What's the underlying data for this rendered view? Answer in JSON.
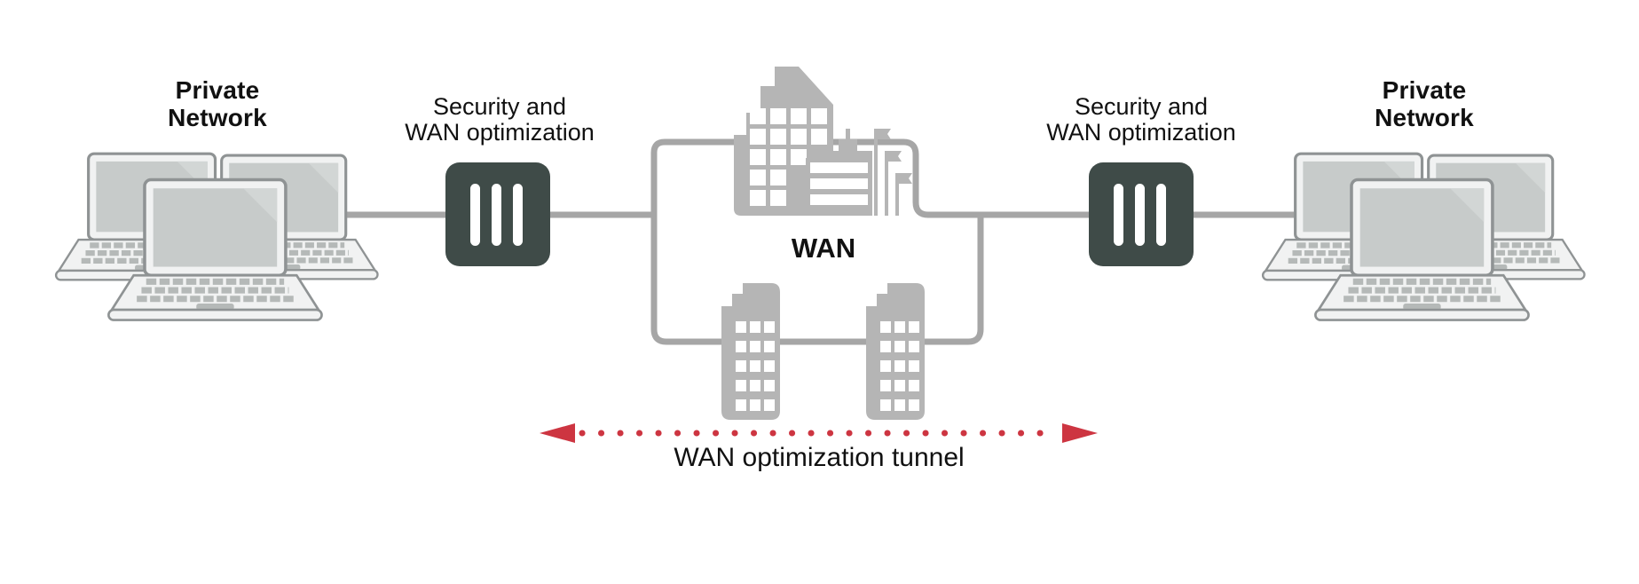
{
  "diagram_type": "network-architecture",
  "labels": {
    "private_left": {
      "line1": "Private",
      "line2": "Network"
    },
    "security_left": {
      "line1": "Security and",
      "line2": "WAN optimization"
    },
    "wan": "WAN",
    "security_right": {
      "line1": "Security and",
      "line2": "WAN optimization"
    },
    "private_right": {
      "line1": "Private",
      "line2": "Network"
    },
    "tunnel": "WAN optimization tunnel"
  },
  "icons": {
    "laptops": "laptop-icon",
    "appliances": "security-wan-appliance-icon",
    "wan_city": "office-buildings-icon",
    "wan_towers": "tower-building-icon",
    "tunnel_arrow": "double-headed-dotted-arrow-icon"
  },
  "colors": {
    "connection_line": "#a6a6a6",
    "buildings": "#b5b5b5",
    "appliance": "#3f4b48",
    "appliance_bars": "#ffffff",
    "tunnel_arrow": "#cd3541",
    "text": "#111111",
    "laptop_body": "#f1f2f2",
    "laptop_screen": "#c7cbca",
    "background": "#ffffff"
  }
}
